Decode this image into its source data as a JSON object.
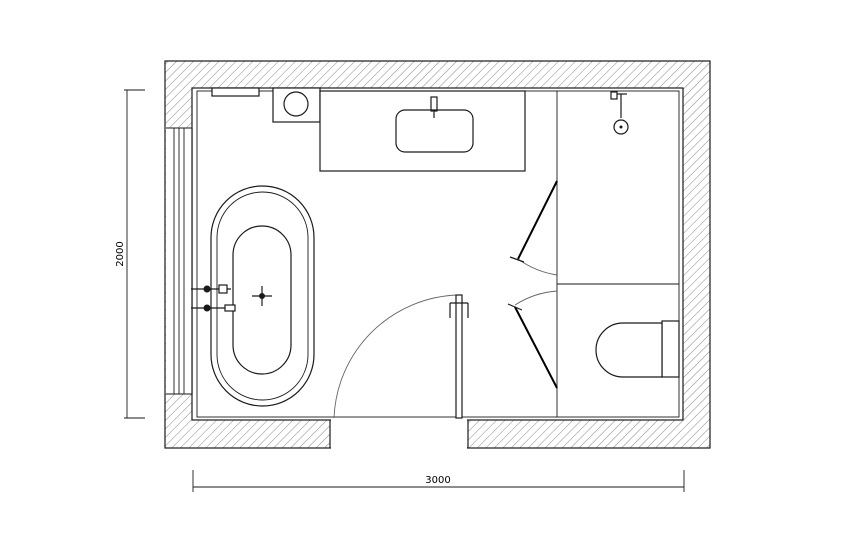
{
  "dimensions": {
    "width_label": "3000",
    "height_label": "2000"
  },
  "fixtures": [
    "freestanding-bathtub",
    "vanity-with-basin",
    "washing-machine",
    "rain-shower",
    "wall-hung-toilet",
    "glass-shower-screen",
    "entry-door"
  ],
  "colors": {
    "line": "#1a1a1a",
    "hatch": "#8a8a8a",
    "door_swing": "#666666",
    "background": "#ffffff"
  }
}
